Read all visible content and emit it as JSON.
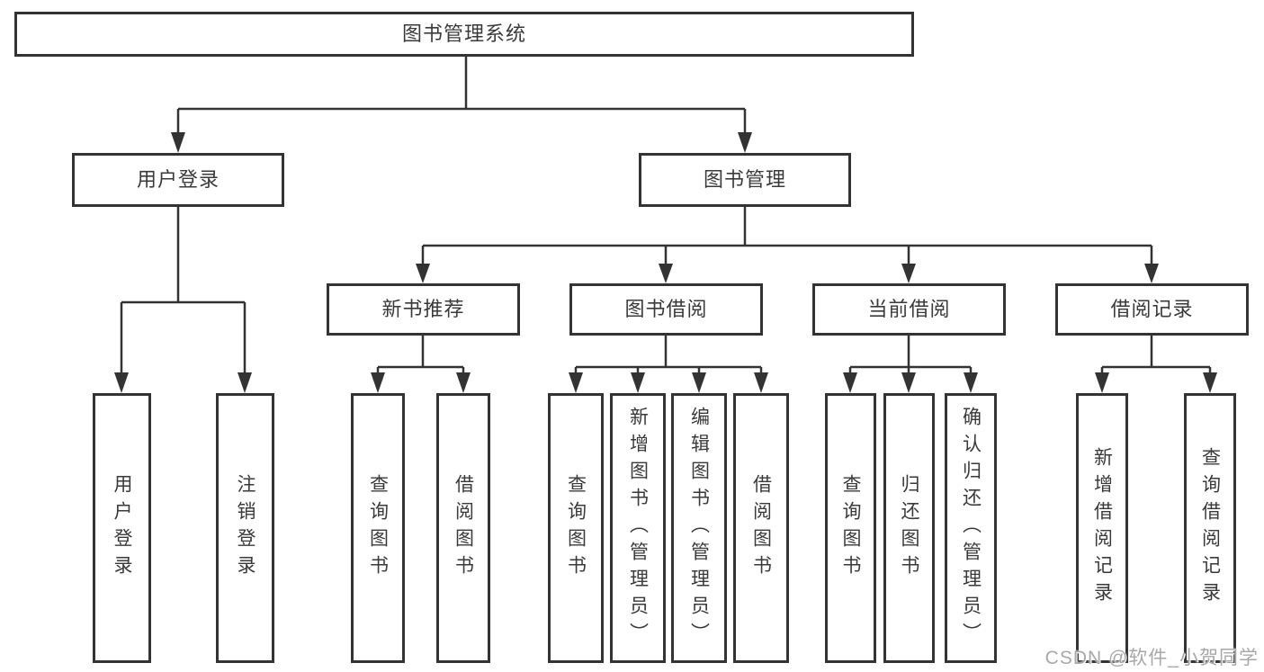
{
  "diagram": {
    "root": {
      "label": "图书管理系统"
    },
    "branches": [
      {
        "label": "用户登录",
        "leaves": [
          {
            "label": "用户登录"
          },
          {
            "label": "注销登录"
          }
        ]
      },
      {
        "label": "图书管理",
        "groups": [
          {
            "label": "新书推荐",
            "leaves": [
              {
                "label": "查询图书"
              },
              {
                "label": "借阅图书"
              }
            ]
          },
          {
            "label": "图书借阅",
            "leaves": [
              {
                "label": "查询图书"
              },
              {
                "label": "新增图书（管理员）"
              },
              {
                "label": "编辑图书（管理员）"
              },
              {
                "label": "借阅图书"
              }
            ]
          },
          {
            "label": "当前借阅",
            "leaves": [
              {
                "label": "查询图书"
              },
              {
                "label": "归还图书"
              },
              {
                "label": "确认归还（管理员）"
              }
            ]
          },
          {
            "label": "借阅记录",
            "leaves": [
              {
                "label": "新增借阅记录"
              },
              {
                "label": "查询借阅记录"
              }
            ]
          }
        ]
      }
    ]
  },
  "watermark": {
    "text": "CSDN @软件_小贺同学"
  },
  "colors": {
    "line": "#333333",
    "box_border": "#333333",
    "box_fill": "#ffffff",
    "text": "#3a3a3a",
    "watermark": "#a8a8a8",
    "background": "#ffffff"
  }
}
